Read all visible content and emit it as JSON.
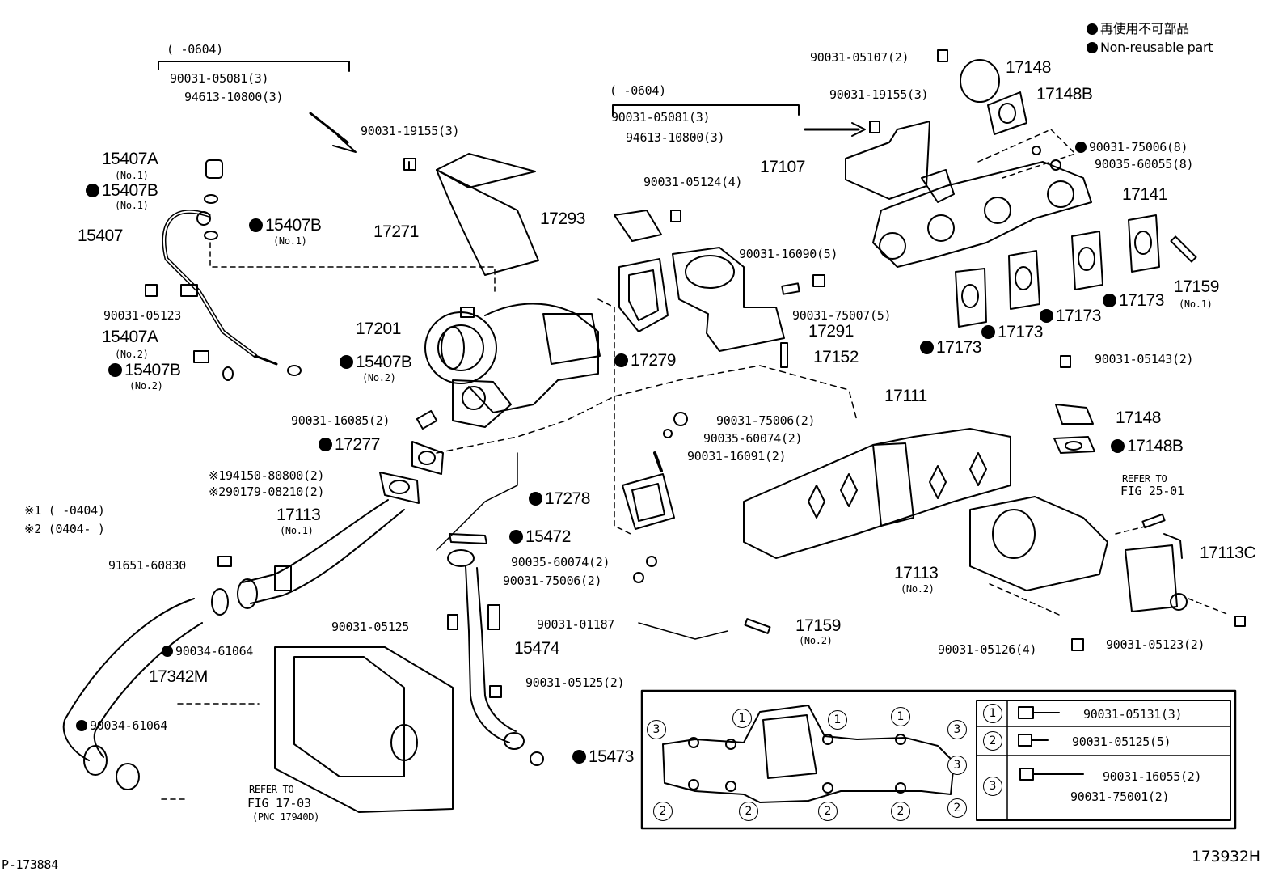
{
  "legend": {
    "jp": "再使用不可部品",
    "en": "Non-reusable part"
  },
  "diagram_id": "173932H",
  "picture_id": "P-173884",
  "notes": {
    "n1": "※1 (      -0404)",
    "n2": "※2 (0404-      )"
  },
  "parts": {
    "range1": "(      -0604)",
    "p90031_05081_a": "90031-05081(3)",
    "p94613_10800_a": "94613-10800(3)",
    "range2": "(      -0604)",
    "p90031_05081_b": "90031-05081(3)",
    "p94613_10800_b": "94613-10800(3)",
    "p90031_19155_a": "90031-19155(3)",
    "p90031_19155_b": "90031-19155(3)",
    "p90031_05107": "90031-05107(2)",
    "p17148_top": "17148",
    "p17148B_top": "17148B",
    "p17107": "17107",
    "p90031_75006_8": "90031-75006(8)",
    "p90035_60055": "90035-60055(8)",
    "p17141": "17141",
    "p15407A_no1": "15407A",
    "no1_a": "(No.1)",
    "p15407B_a": "15407B",
    "no1_b": "(No.1)",
    "p15407": "15407",
    "p15407B_b": "15407B",
    "no1_c": "(No.1)",
    "p17271": "17271",
    "p90031_05124": "90031-05124(4)",
    "p17293": "17293",
    "p90031_16090": "90031-16090(5)",
    "p90031_75007": "90031-75007(5)",
    "p17291": "17291",
    "p17152": "17152",
    "p17159_no1": "17159",
    "no1_d": "(No.1)",
    "p17173_a": "17173",
    "p17173_b": "17173",
    "p17173_c": "17173",
    "p17173_d": "17173",
    "p90031_05123_a": "90031-05123",
    "p15407A_no2": "15407A",
    "no2_a": "(No.2)",
    "p15407B_c": "15407B",
    "no2_b": "(No.2)",
    "p15407B_d": "15407B",
    "no2_c": "(No.2)",
    "p17201": "17201",
    "p17279": "17279",
    "p90031_05143": "90031-05143(2)",
    "p17111": "17111",
    "p17148_mid": "17148",
    "p17148B_mid": "17148B",
    "p90031_16085": "90031-16085(2)",
    "p17277": "17277",
    "p90031_75006_2a": "90031-75006(2)",
    "p90035_60074_2a": "90035-60074(2)",
    "p90031_16091": "90031-16091(2)",
    "refer25_a": "REFER TO",
    "refer25_b": "FIG 25-01",
    "p194150": "※194150-80800(2)",
    "p290179": "※290179-08210(2)",
    "p17113_no1": "17113",
    "no1_e": "(No.1)",
    "p17278": "17278",
    "p15472": "15472",
    "p91651": "91651-60830",
    "p90035_60074_2b": "90035-60074(2)",
    "p90031_75006_2b": "90031-75006(2)",
    "p17113_no2": "17113",
    "no2_d": "(No.2)",
    "p17113C": "17113C",
    "p90031_05125_a": "90031-05125",
    "p90031_01187": "90031-01187",
    "p17159_no2": "17159",
    "no2_e": "(No.2)",
    "p90034_61064_a": "90034-61064",
    "p15474": "15474",
    "p90031_05126": "90031-05126(4)",
    "p90031_05123_b": "90031-05123(2)",
    "p17342M": "17342M",
    "p90031_05125_b": "90031-05125(2)",
    "p90034_61064_b": "90034-61064",
    "p15473": "15473",
    "refer17_a": "REFER TO",
    "refer17_b": "FIG 17-03",
    "refer17_c": "(PNC 17940D)"
  },
  "bolt_table": [
    {
      "num": "1",
      "part": "90031-05131(3)"
    },
    {
      "num": "2",
      "part": "90031-05125(5)"
    },
    {
      "num": "3",
      "part": "90031-16055(2)"
    },
    {
      "num": "3",
      "part": "90031-75001(2)"
    }
  ],
  "inset_circles": [
    "3",
    "1",
    "1",
    "1",
    "3",
    "3",
    "2",
    "2",
    "2",
    "2",
    "2"
  ]
}
